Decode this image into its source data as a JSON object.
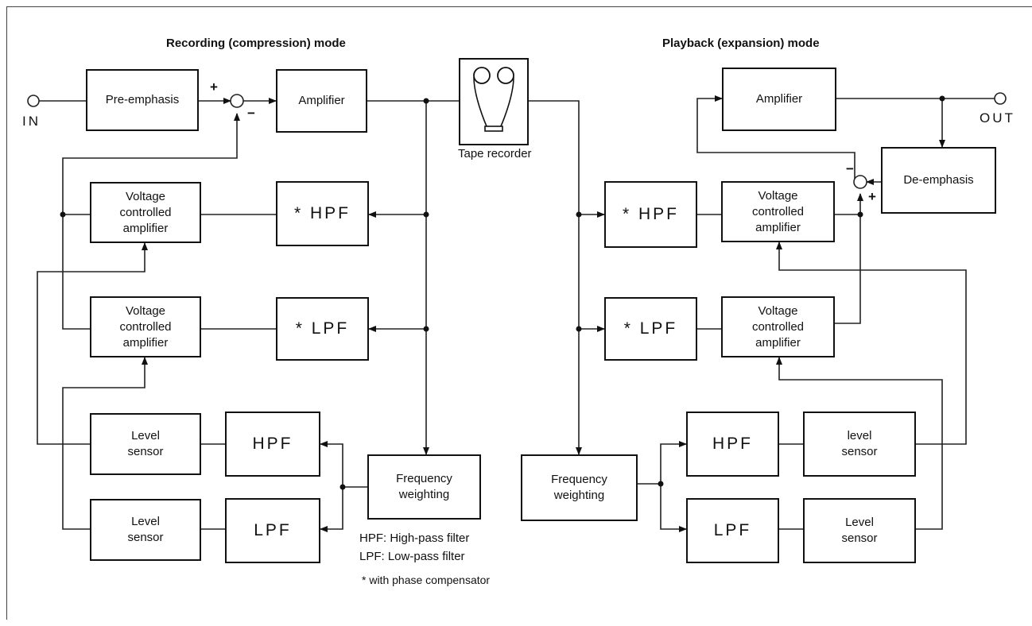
{
  "titles": {
    "recording": "Recording (compression) mode",
    "playback": "Playback (expansion) mode"
  },
  "io": {
    "in": "IN",
    "out": "OUT"
  },
  "signs": {
    "plus": "+",
    "minus": "−"
  },
  "recording": {
    "pre_emphasis": "Pre-emphasis",
    "amplifier": "Amplifier",
    "vca_1": "Voltage\ncontrolled\namplifier",
    "vca_2": "Voltage\ncontrolled\namplifier",
    "hpf_star": "* HPF",
    "lpf_star": "* LPF",
    "level_sensor_1": "Level\nsensor",
    "level_sensor_2": "Level\nsensor",
    "hpf": "HPF",
    "lpf": "LPF",
    "freq_weighting": "Frequency\nweighting"
  },
  "tape": {
    "label": "Tape recorder"
  },
  "playback": {
    "amplifier": "Amplifier",
    "de_emphasis": "De-emphasis",
    "hpf_star": "* HPF",
    "lpf_star": "* LPF",
    "vca_1": "Voltage\ncontrolled\namplifier",
    "vca_2": "Voltage\ncontrolled\namplifier",
    "freq_weighting": "Frequency\nweighting",
    "hpf": "HPF",
    "lpf": "LPF",
    "level_sensor_1": "level\nsensor",
    "level_sensor_2": "Level\nsensor"
  },
  "legend": {
    "hpf": "HPF:  High-pass filter",
    "lpf": "LPF:  Low-pass filter",
    "star": "* with phase compensator"
  }
}
